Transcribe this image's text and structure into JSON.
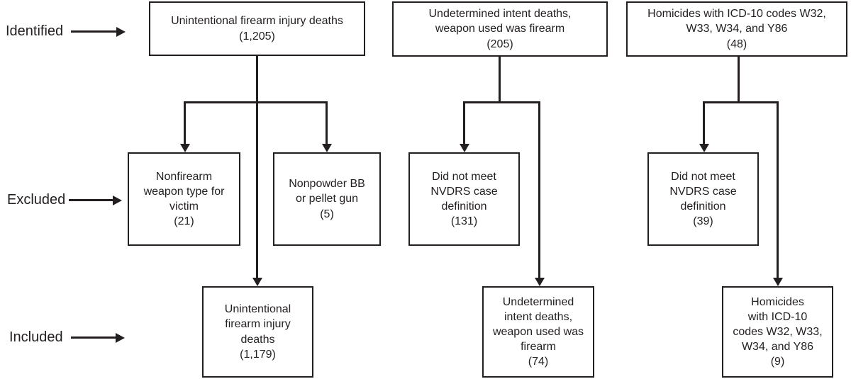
{
  "figure": {
    "type": "flowchart",
    "description": "Case selection flow for firearm injury deaths: identified, excluded, and included counts across three cohorts",
    "colors": {
      "line": "#231f20",
      "background": "#ffffff"
    }
  },
  "row_labels": [
    {
      "label": "Identified"
    },
    {
      "label": "Excluded"
    },
    {
      "label": "Included"
    }
  ],
  "boxes": {
    "c1_identified": {
      "text": "Unintentional firearm injury deaths",
      "count": "(1,205)"
    },
    "c2_identified": {
      "text": "Undetermined intent deaths,\nweapon used was firearm",
      "count": "(205)"
    },
    "c3_identified": {
      "text": "Homicides with ICD-10 codes W32,\nW33, W34, and Y86",
      "count": "(48)"
    },
    "c1_excluded_nonfirearm": {
      "text": "Nonfirearm\nweapon type for\nvictim",
      "count": "(21)"
    },
    "c1_excluded_nonpowder": {
      "text": "Nonpowder BB\nor pellet gun",
      "count": "(5)"
    },
    "c2_excluded": {
      "text": "Did not meet\nNVDRS case\ndefinition",
      "count": "(131)"
    },
    "c3_excluded": {
      "text": "Did not meet\nNVDRS case\ndefinition",
      "count": "(39)"
    },
    "c1_included": {
      "text": "Unintentional\nfirearm injury\ndeaths",
      "count": "(1,179)"
    },
    "c2_included": {
      "text": "Undetermined\nintent deaths,\nweapon used was\nfirearm",
      "count": "(74)"
    },
    "c3_included": {
      "text": "Homicides\nwith ICD-10\ncodes W32, W33,\nW34, and Y86",
      "count": "(9)"
    }
  }
}
